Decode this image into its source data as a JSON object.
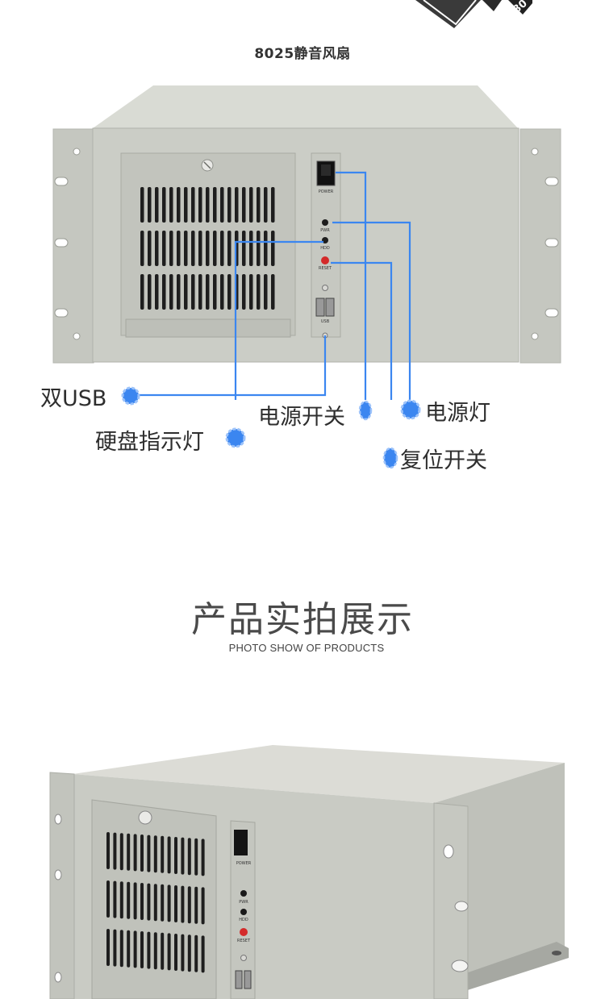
{
  "fan": {
    "caption": "8025静音风扇"
  },
  "chassis_front": {
    "panel": {
      "power_label": "POWER",
      "pwr_led_label": "PWR",
      "hdd_led_label": "HDD",
      "reset_label": "RESET",
      "usb_label": "USB"
    },
    "callouts": {
      "dual_usb": "双USB",
      "hdd_indicator": "硬盘指示灯",
      "power_switch": "电源开关",
      "power_light": "电源灯",
      "reset_switch": "复位开关"
    },
    "accent_color": "#3b86f0"
  },
  "section": {
    "title": "产品实拍展示",
    "subtitle": "PHOTO SHOW OF PRODUCTS"
  },
  "colors": {
    "chassis": "#c9cbc4",
    "chassis_dark": "#a9aba4",
    "callout_line": "#3b86f0",
    "reset_button": "#d42a2a"
  }
}
